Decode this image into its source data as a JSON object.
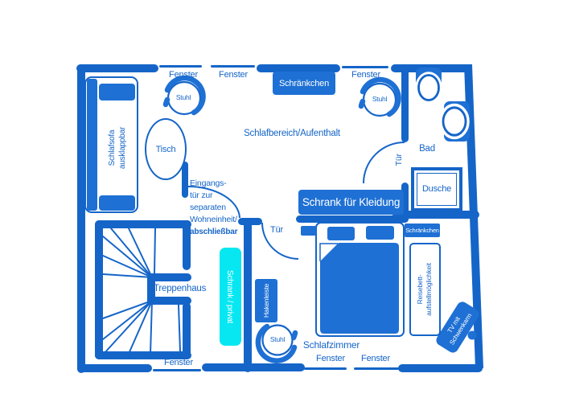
{
  "colors": {
    "primary_blue": "#1565c8",
    "furniture_blue": "#1e70d4",
    "cyan_cabinet": "#06e7f2",
    "background": "#ffffff"
  },
  "rooms": {
    "living_area": "Schlafbereich/Aufenthalt",
    "bathroom": "Bad",
    "staircase": "Treppenhaus",
    "bedroom": "Schlafzimmer"
  },
  "labels": {
    "window": "Fenster",
    "door": "Tür",
    "chair": "Stuhl",
    "table": "Tisch"
  },
  "furniture": {
    "sofa_line1": "Schlafsofa",
    "sofa_line2": "ausklappbar",
    "small_cabinet": "Schränkchen",
    "wardrobe": "Schrank für Kleidung",
    "shower": "Dusche",
    "travel_bed_line1": "Reisebett-",
    "travel_bed_line2": "aufstellmöglichkeit",
    "tv_line1": "TV mit",
    "tv_line2": "Schwenkarm",
    "hook_rail": "Hakenleiste",
    "private_cabinet": "Schrank / privat"
  },
  "entrance_note": {
    "line1": "Eingangs-",
    "line2": "tür zur",
    "line3": "separaten",
    "line4": "Wohneinheit/",
    "line5": "abschließbar"
  }
}
